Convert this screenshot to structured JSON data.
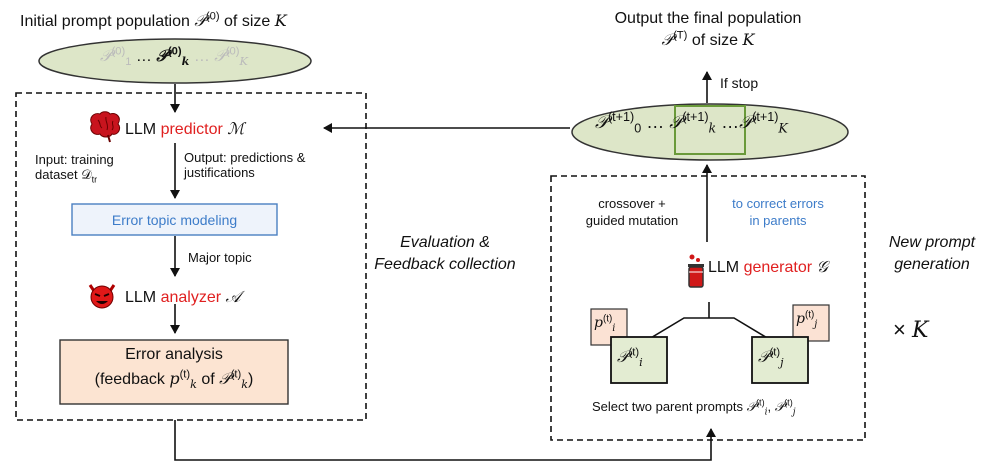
{
  "colors": {
    "ellipse_fill": "#dde6c8",
    "ellipse_stroke": "#333333",
    "topic_box_fill": "#eef3fb",
    "topic_box_stroke": "#4a7fc1",
    "analysis_box_fill": "#fce4d2",
    "parent_prompt_fill": "#e3ecd2",
    "feedback_note_fill": "#fbe2d4",
    "highlight_stroke": "#6a9a3a",
    "accent_red": "#e02020",
    "accent_blue": "#3d7cc9"
  },
  "initial": {
    "title_text": "Initial prompt population",
    "title_math": "𝒫",
    "title_sup": "(0)",
    "title_suffix": " of size ",
    "title_k": "K",
    "ellipse_left": "𝒫",
    "ellipse_left_sup": "(0)",
    "ellipse_left_sub": "1",
    "ellipse_dots1": "…",
    "ellipse_mid": "𝒫",
    "ellipse_mid_sup": "(0)",
    "ellipse_mid_sub": "k",
    "ellipse_dots2": "…",
    "ellipse_right": "𝒫",
    "ellipse_right_sup": "(0)",
    "ellipse_right_sub": "K"
  },
  "predictor": {
    "icon": "brain-icon",
    "prefix": "LLM ",
    "name": "predictor",
    "symbol": "ℳ"
  },
  "input_label": {
    "line1": "Input: training",
    "line2": "dataset 𝒟",
    "sub": "tr"
  },
  "output_label": {
    "line1": "Output: predictions &",
    "line2": "justifications"
  },
  "topic_box": {
    "label": "Error topic modeling"
  },
  "major_topic": {
    "label": "Major topic"
  },
  "analyzer": {
    "icon": "devil-icon",
    "prefix": "LLM ",
    "name": "analyzer",
    "symbol": "𝒜"
  },
  "analysis_box": {
    "line1": "Error analysis",
    "line2_a": "(feedback ",
    "p": "p",
    "p_sup": "(t)",
    "p_sub": "k",
    "of": " of ",
    "P": "𝒫",
    "P_sup": "(t)",
    "P_sub": "k",
    "close": ")"
  },
  "eval_label": {
    "line1": "Evaluation &",
    "line2": "Feedback collection"
  },
  "output_final": {
    "line1": "Output the final population",
    "P": "𝒫",
    "sup": "(T)",
    "line2_suffix": " of size ",
    "k": "K"
  },
  "if_stop": {
    "label": "If stop"
  },
  "final_ellipse": {
    "left": "𝒫",
    "left_sup": "(t+1)",
    "left_sub": "0",
    "dots1": "…",
    "mid": "𝒫",
    "mid_sup": "(t+1)",
    "mid_sub": "k",
    "dots2": "…",
    "right": "𝒫",
    "right_sup": "(t+1)",
    "right_sub": "K"
  },
  "crossover": {
    "line1": "crossover +",
    "line2": "guided mutation"
  },
  "correct": {
    "line1": "to correct errors",
    "line2": "in parents"
  },
  "generator": {
    "icon": "flask-icon",
    "prefix": "LLM ",
    "name": "generator",
    "symbol": "𝒢"
  },
  "new_prompt": {
    "line1": "New prompt",
    "line2": "generation"
  },
  "parents": {
    "pi": "p",
    "pi_sup": "(t)",
    "pi_sub": "i",
    "Pi": "𝒫",
    "Pi_sup": "(t)",
    "Pi_sub": "i",
    "pj": "p",
    "pj_sup": "(t)",
    "pj_sub": "j",
    "Pj": "𝒫",
    "Pj_sup": "(t)",
    "Pj_sub": "j"
  },
  "select": {
    "prefix": "Select two parent prompts ",
    "Pi": "𝒫",
    "Pi_sup": "(t)",
    "Pi_sub": "i",
    "sep": ", ",
    "Pj": "𝒫",
    "Pj_sup": "(t)",
    "Pj_sub": "j"
  },
  "times_k": {
    "times": "×",
    "k": "K"
  }
}
